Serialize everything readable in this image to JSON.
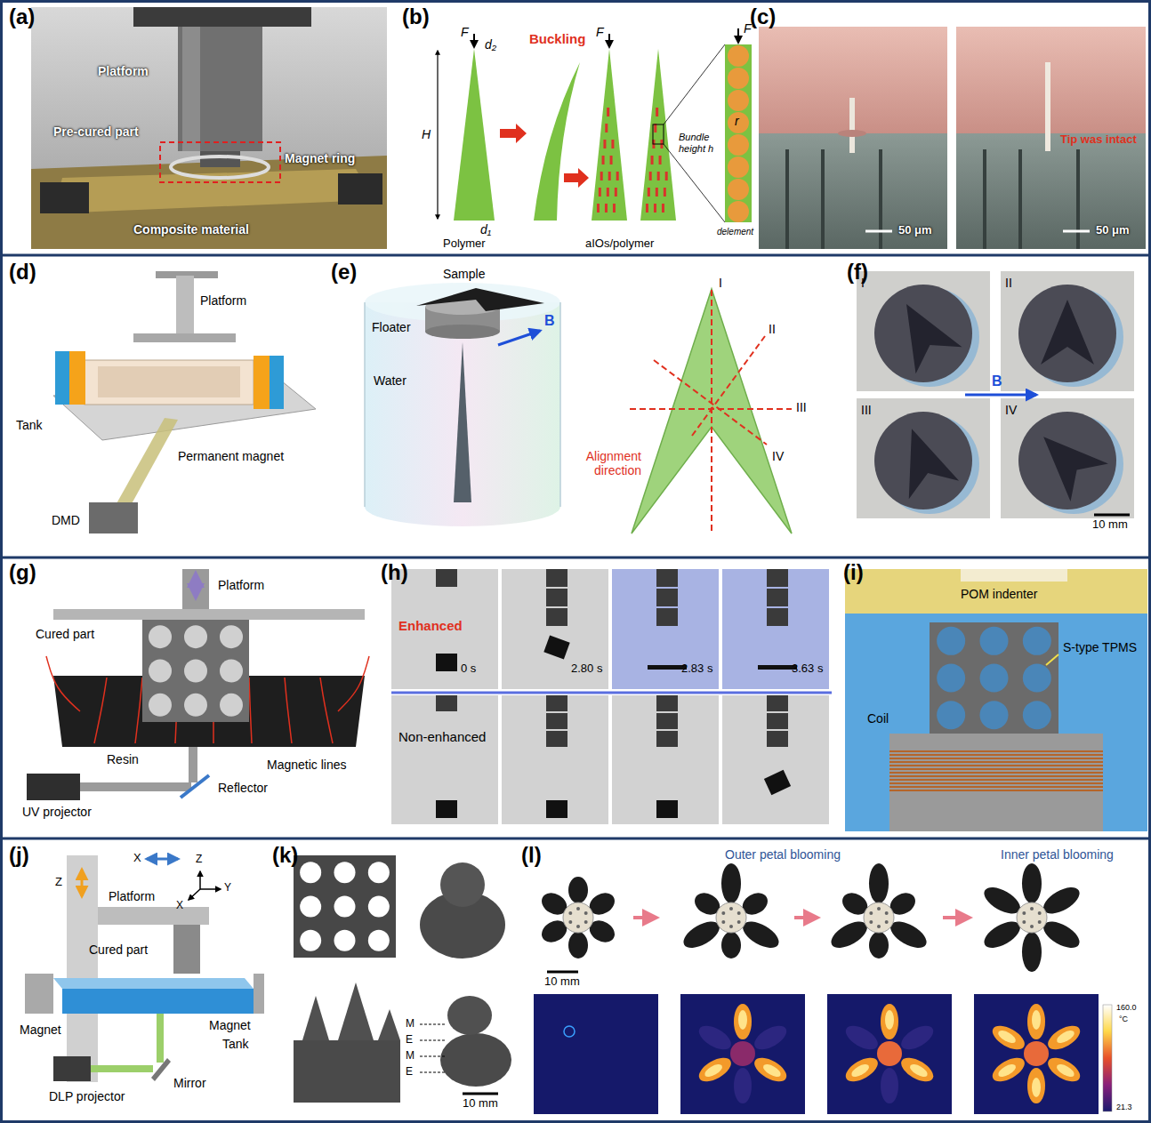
{
  "diagram": {
    "labels": [
      "(a)",
      "Platform",
      "Pre-cured part",
      "Magnet ring",
      "Composite material",
      "(b)",
      "Buckling",
      "F",
      "H",
      "d₂",
      "d₁",
      "Polymer",
      "F",
      "aIOs/polymer",
      "F′",
      "Bundle height h",
      "r",
      "delement",
      "(c)",
      "50 μm",
      "Tip was intact",
      "50 μm",
      "(d)",
      "Platform",
      "Tank",
      "Permanent magnet",
      "DMD",
      "(e)",
      "Sample",
      "Floater",
      "Water",
      "B",
      "I",
      "II",
      "III",
      "IV",
      "Alignment direction",
      "(f)",
      "I",
      "II",
      "III",
      "IV",
      "B",
      "10 mm",
      "(g)",
      "Platform",
      "Cured part",
      "Resin",
      "Magnetic lines",
      "UV projector",
      "Reflector",
      "(h)",
      "Enhanced",
      "0 s",
      "2.80 s",
      "2.83 s",
      "3.63 s",
      "Non-enhanced",
      "(i)",
      "POM indenter",
      "S-type TPMS",
      "Coil",
      "(j)",
      "X",
      "Z",
      "Z",
      "Y",
      "X",
      "Platform",
      "Cured part",
      "Magnet",
      "Magnet",
      "DLP projector",
      "Mirror",
      "Tank",
      "(k)",
      "M",
      "E",
      "M",
      "E",
      "10 mm",
      "(l)",
      "Outer petal blooming",
      "Inner petal blooming",
      "10 mm",
      "160.0",
      "°C",
      "21.3"
    ]
  }
}
